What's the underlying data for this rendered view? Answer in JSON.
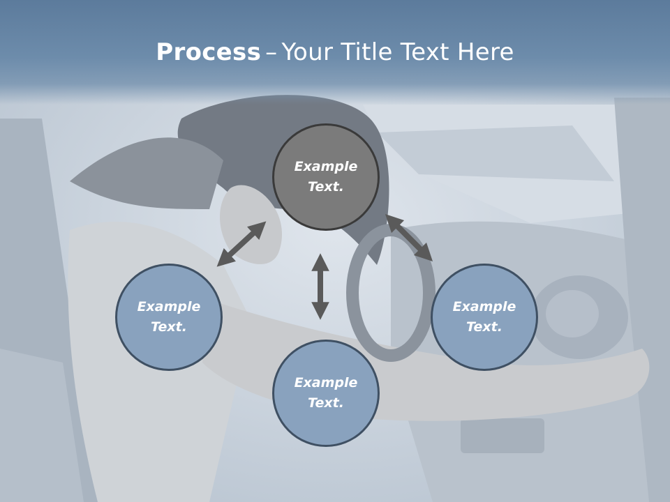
{
  "slide": {
    "title_bold": "Process",
    "title_separator": "–",
    "title_rest": "Your Title Text Here"
  },
  "diagram": {
    "nodes": [
      {
        "id": "top",
        "text": "Example Text."
      },
      {
        "id": "left",
        "text": "Example Text."
      },
      {
        "id": "bottom",
        "text": "Example Text."
      },
      {
        "id": "right",
        "text": "Example Text."
      }
    ]
  },
  "colors": {
    "title_band": "#6384a5",
    "center_node": "#7b7b7b",
    "outer_nodes": "#89a2be",
    "node_border": "#3f5063",
    "arrows": "#5a5a5a"
  }
}
